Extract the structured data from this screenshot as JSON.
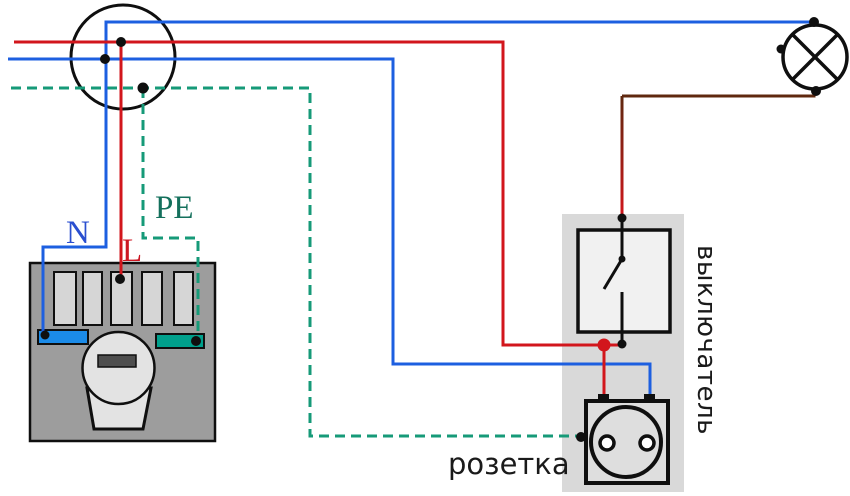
{
  "diagram": {
    "title": "wiring-diagram-socket-switch-lamp",
    "labels": {
      "neutral": "N",
      "line": "L",
      "protective_earth": "PE",
      "switch": "выключатель",
      "socket": "розетка"
    },
    "colors": {
      "neutral_wire": "#1d5fe0",
      "line_wire": "#d2161c",
      "earth_wire": "#169a78",
      "lamp_wire": "#5f280f",
      "neutral_label": "#2a4fd0",
      "line_label": "#cc1723",
      "earth_label": "#14705c",
      "text": "#1a1a1a",
      "outline": "#0f0f0f",
      "panel": "#d9d9d9",
      "meter_body": "#9d9d9d",
      "meter_slot": "#d6d6d6",
      "meter_dial": "#e3e3e3",
      "meter_dial_slot": "#4e4e4e",
      "neutral_bar": "#1b8be8",
      "earth_bar": "#00a08c",
      "switch_fill": "#f1f1f1",
      "socket_fill": "#dedede",
      "hole_fill": "#ffffff"
    }
  }
}
